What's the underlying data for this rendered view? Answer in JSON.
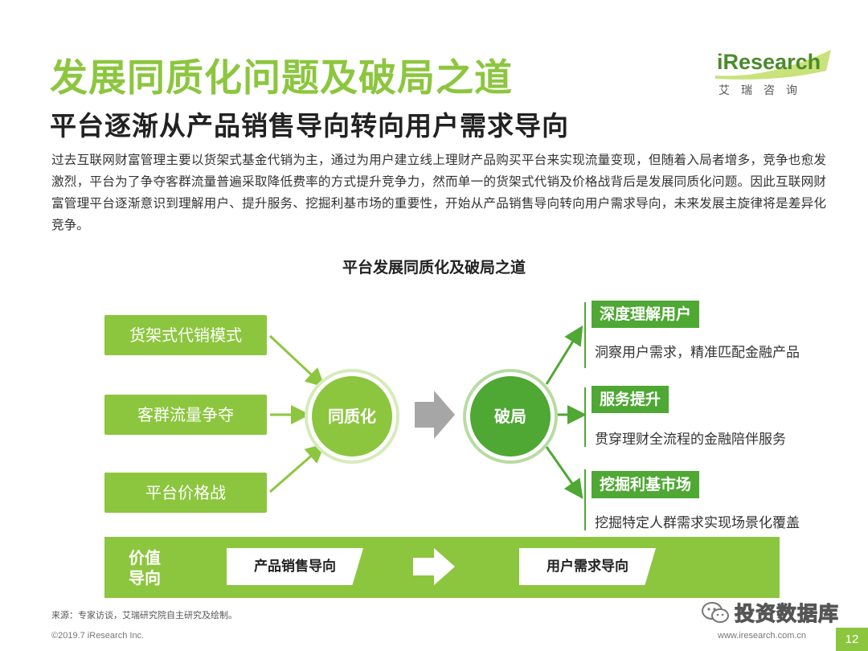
{
  "header": {
    "title": "发展同质化问题及破局之道",
    "subtitle": "平台逐渐从产品销售导向转向用户需求导向"
  },
  "logo": {
    "wordmark": "iResearch",
    "chinese": "艾瑞咨询"
  },
  "intro": "过去互联网财富管理主要以货架式基金代销为主，通过为用户建立线上理财产品购买平台来实现流量变现，但随着入局者增多，竞争也愈发激烈，平台为了争夺客群流量普遍采取降低费率的方式提升竞争力，然而单一的货架式代销及价格战背后是发展同质化问题。因此互联网财富管理平台逐渐意识到理解用户、提升服务、挖掘利基市场的重要性，开始从产品销售导向转向用户需求导向，未来发展主旋律将是差异化竞争。",
  "diagram": {
    "title": "平台发展同质化及破局之道",
    "causes": [
      "货架式代销模式",
      "客群流量争夺",
      "平台价格战"
    ],
    "center_left": "同质化",
    "center_right": "破局",
    "solutions": [
      {
        "title": "深度理解用户",
        "desc": "洞察用户需求，精准匹配金融产品"
      },
      {
        "title": "服务提升",
        "desc": "贯穿理财全流程的金融陪伴服务"
      },
      {
        "title": "挖掘利基市场",
        "desc": "挖掘特定人群需求实现场景化覆盖"
      }
    ],
    "value_orientation": {
      "label_line1": "价值",
      "label_line2": "导向",
      "from": "产品销售导向",
      "to": "用户需求导向"
    }
  },
  "colors": {
    "brand_green": "#8cc63e",
    "dark_green": "#4ea833",
    "arrow_gray": "#a6a6a6"
  },
  "footer": {
    "source": "来源：专家访谈，艾瑞研究院自主研究及绘制。",
    "copyright": "©2019.7 iResearch Inc.",
    "url": "www.iresearch.com.cn",
    "page": "12",
    "watermark": "投资数据库"
  }
}
